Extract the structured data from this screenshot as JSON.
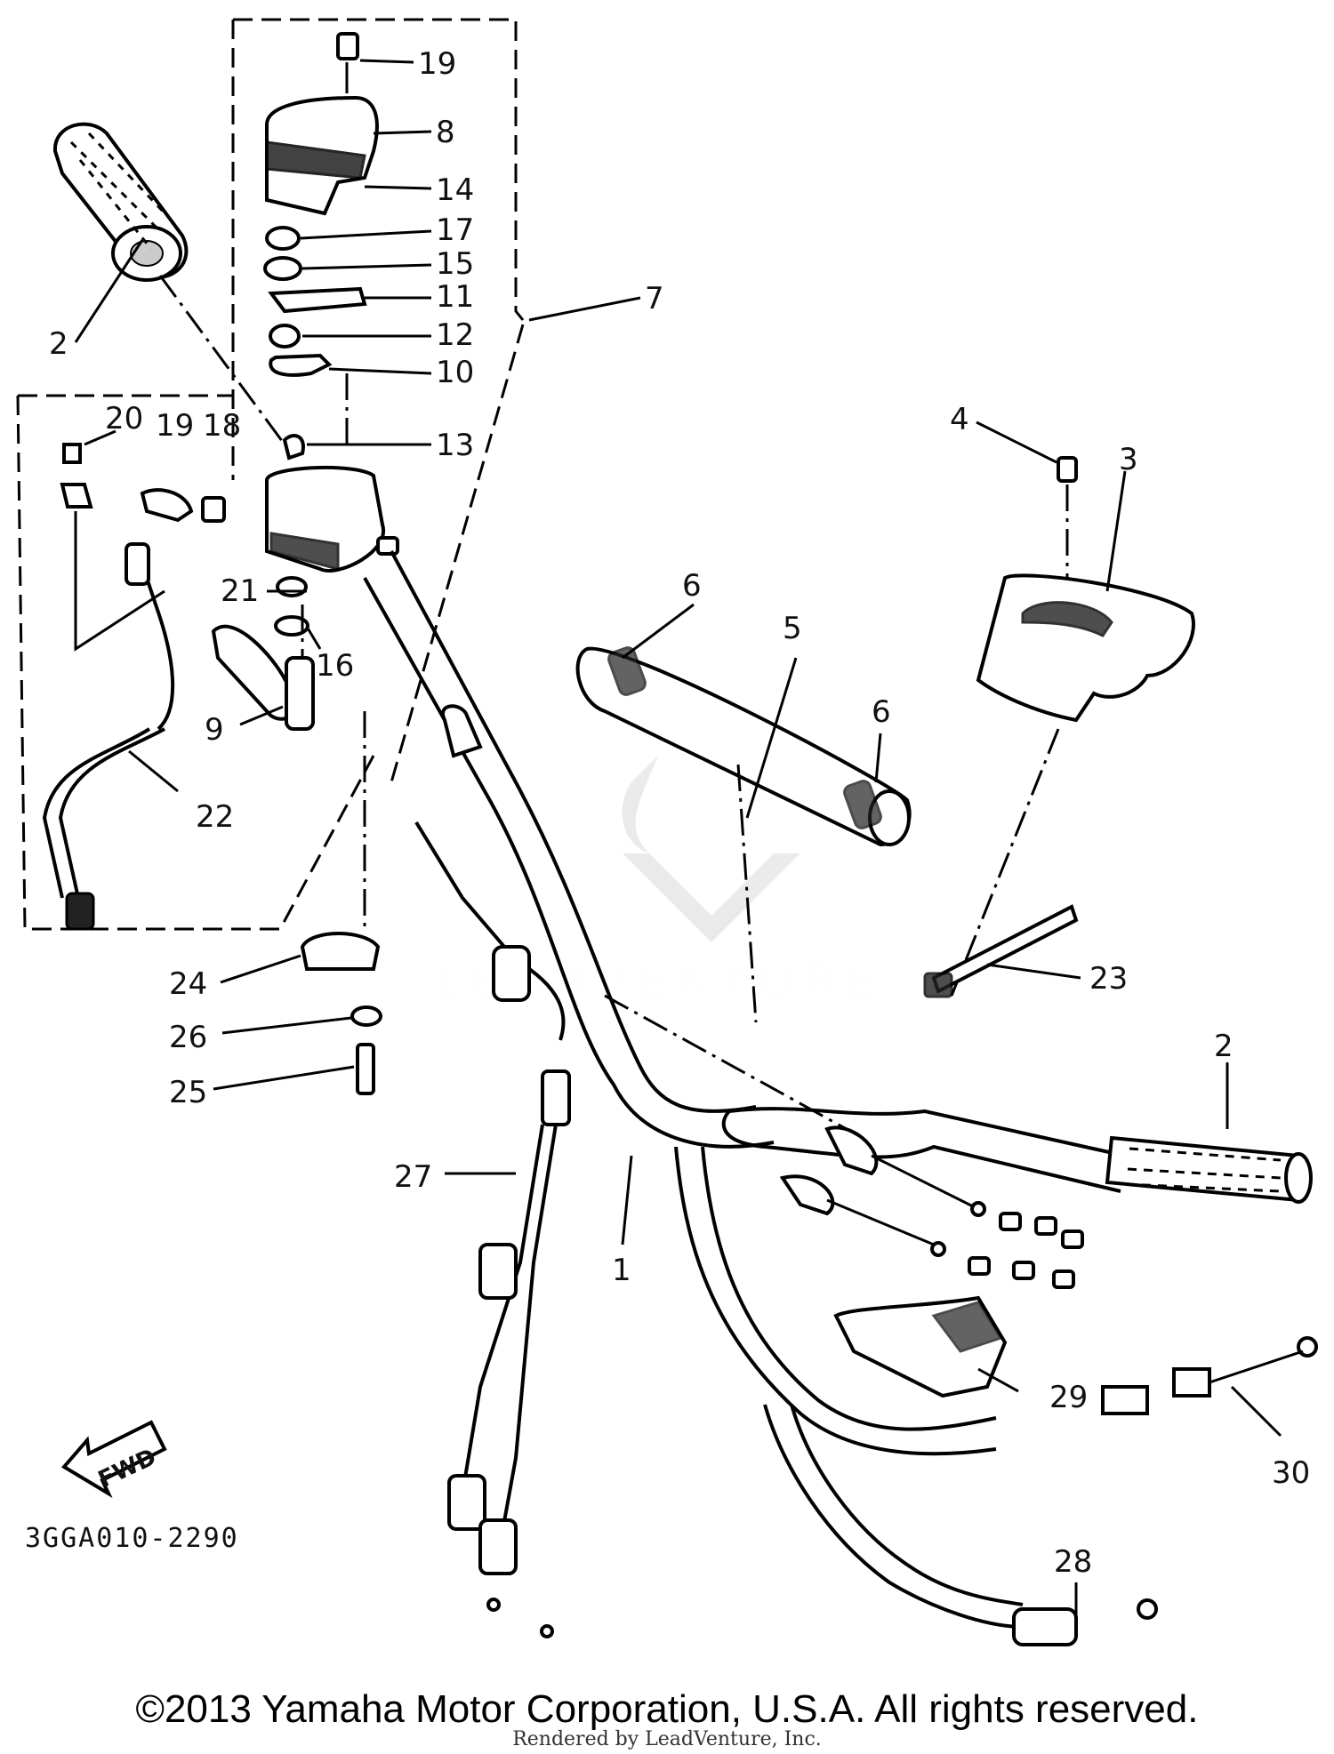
{
  "diagram_code": "3GGA010-2290",
  "fwd_label": "FWD",
  "watermark": "LEADVENTURE",
  "copyright": "©2013 Yamaha Motor Corporation, U.S.A. All rights reserved.",
  "rendered_by": "Rendered by LeadVenture, Inc.",
  "callouts": [
    "19",
    "8",
    "14",
    "17",
    "15",
    "11",
    "12",
    "10",
    "7",
    "2",
    "20",
    "19",
    "18",
    "13",
    "21",
    "16",
    "9",
    "22",
    "4",
    "3",
    "6",
    "5",
    "6",
    "23",
    "24",
    "26",
    "25",
    "2",
    "27",
    "1",
    "29",
    "30",
    "28"
  ]
}
